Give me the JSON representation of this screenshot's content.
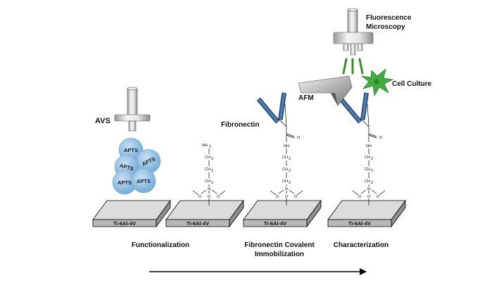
{
  "labels": {
    "avs": "AVS",
    "fibronectin": "Fibronectin",
    "afm": "AFM",
    "cell_culture": "Cell Culture",
    "fluorescence_1": "Fluorescence",
    "fluorescence_2": "Microscopy"
  },
  "apts": [
    "APTS",
    "APTS",
    "APTS",
    "APTS",
    "APTS"
  ],
  "substrate": "Ti-6Al-4V",
  "chem": {
    "nh2": "NH",
    "nh2_sub": "2",
    "nh": "NH",
    "ch2": "CH",
    "ch2_sub": "2",
    "si": "Si",
    "o": "O"
  },
  "steps": {
    "functionalization": "Functionalization",
    "immobilization_1": "Fibronectin Covalent",
    "immobilization_2": "Immobilization",
    "characterization": "Characterization"
  },
  "colors": {
    "apts_fill": "#8fbfe3",
    "fibronectin": "#2f5b8a",
    "cell": "#3fae3f",
    "light_beam": "#3c8a2e",
    "plate_top": "#dcdcdc",
    "plate_front": "#b8b8b8"
  }
}
